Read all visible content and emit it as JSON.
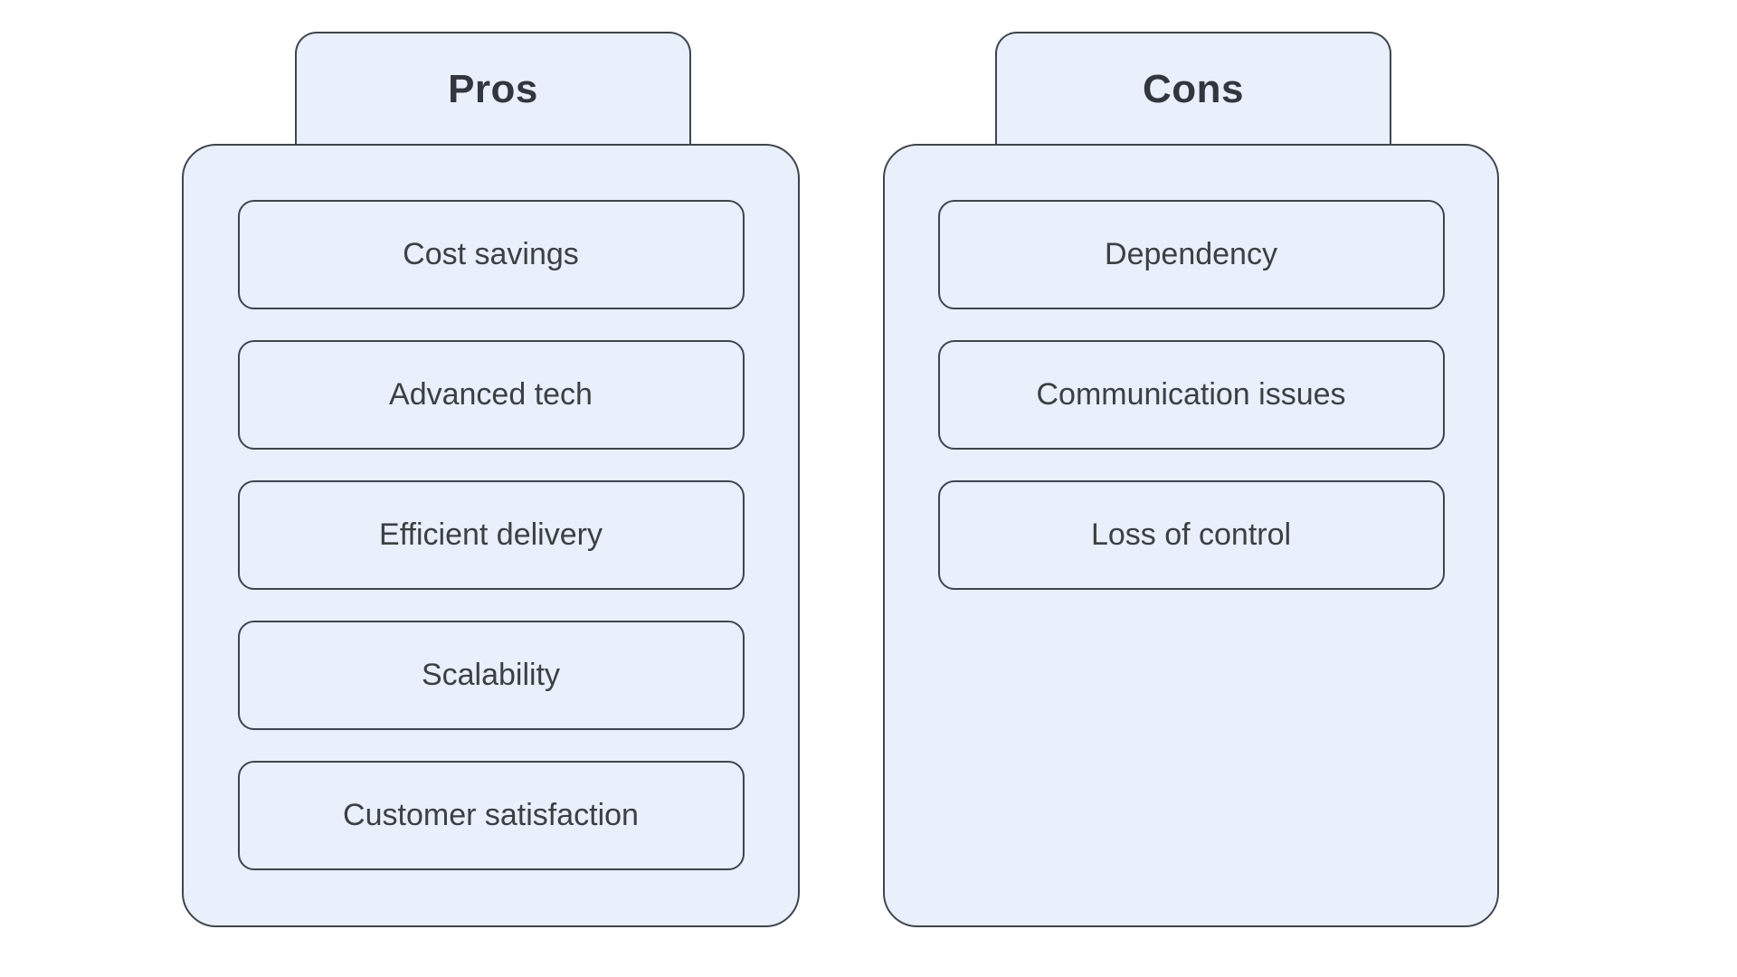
{
  "diagram": {
    "type": "pros-cons-comparison",
    "background_color": "#FFFFFF",
    "colors": {
      "shape_fill": "#E9EFFB",
      "shape_border": "#3F454D",
      "item_text": "#3C4043",
      "title_text": "#33373D"
    },
    "columns": [
      {
        "id": "pros",
        "title": "Pros",
        "items": [
          "Cost savings",
          "Advanced tech",
          "Efficient delivery",
          "Scalability",
          "Customer satisfaction"
        ]
      },
      {
        "id": "cons",
        "title": "Cons",
        "items": [
          "Dependency",
          "Communication issues",
          "Loss of control"
        ]
      }
    ]
  }
}
